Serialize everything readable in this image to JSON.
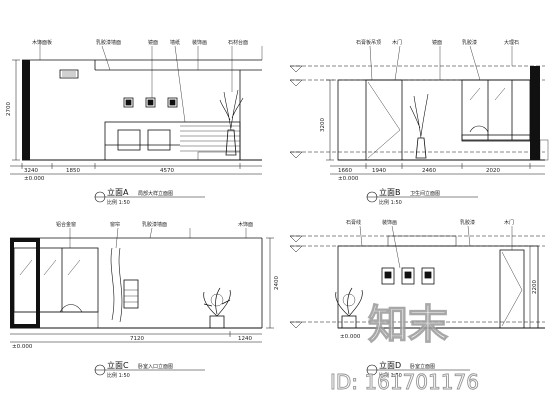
{
  "drawing": {
    "elevations": [
      {
        "id": "A",
        "title": "立面A",
        "subtitle": "局部大样立面图",
        "scale": "比例 1:50",
        "dims": [
          "3240",
          "1850",
          "4570"
        ],
        "level": "±0.000",
        "callouts": [
          "木饰面板",
          "乳胶漆墙面",
          "镜面",
          "墙纸",
          "装饰画",
          "石材台面"
        ]
      },
      {
        "id": "B",
        "title": "立面B",
        "subtitle": "卫生间立面图",
        "scale": "比例 1:50",
        "dims": [
          "1660",
          "1940",
          "2460",
          "2020"
        ],
        "level": "±0.000",
        "callouts": [
          "石膏板吊顶",
          "木门",
          "镜面",
          "乳胶漆",
          "大理石"
        ]
      },
      {
        "id": "C",
        "title": "立面C",
        "subtitle": "卧室入口立面图",
        "scale": "比例 1:50",
        "dims": [
          "7120",
          "1240"
        ],
        "level": "±0.000",
        "callouts": [
          "铝合金窗",
          "窗帘",
          "乳胶漆墙面",
          "木饰面"
        ]
      },
      {
        "id": "D",
        "title": "立面D",
        "subtitle": "卧室立面图",
        "scale": "比例 1:50",
        "dims": [],
        "level": "±0.000",
        "callouts": [
          "石膏线",
          "装饰画",
          "乳胶漆",
          "木门"
        ]
      }
    ],
    "heights": [
      "2700",
      "3200",
      "2400",
      "2200"
    ],
    "watermark": {
      "logo_text": "知末",
      "id_text": "ID: 161701176"
    }
  }
}
